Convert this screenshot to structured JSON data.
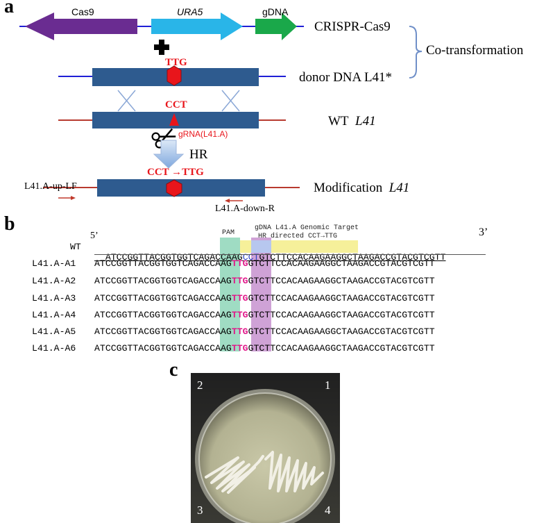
{
  "panel_a": {
    "letter": "a",
    "gene_cas9": "Cas9",
    "gene_ura5": "URA5",
    "gene_gdna": "gDNA",
    "crispr_label": "CRISPR-Cas9",
    "cotransformation_label": "Co-transformation",
    "donor_label": "donor DNA L41*",
    "donor_codon": "TTG",
    "wt_label_prefix": "WT",
    "wt_label_gene": "L41",
    "wt_codon": "CCT",
    "grna_label": "gRNA(L41.A)",
    "hr_label": "HR",
    "mod_codon_change": "CCT →TTG",
    "mod_label_prefix": "Modification",
    "mod_label_gene": "L41",
    "primer_fwd": "L41.A-up-LF",
    "primer_rev": "L41.A-down-R",
    "colors": {
      "cas9": "#6a2c91",
      "ura5": "#29b5e8",
      "gdna": "#1aa84a",
      "block": "#2e5b8f",
      "red": "#e8151b",
      "blue_line": "#1f1fd6",
      "brown_line": "#b83a2f"
    }
  },
  "panel_b": {
    "letter": "b",
    "five_prime": "5’",
    "three_prime": "3’",
    "pam_label": "PAM",
    "target_label": "gDNA L41.A Genomic Target",
    "hr_directed_label": "HR directed CCT→TTG",
    "wt_row": {
      "name": "WT",
      "seq_a": "ATCCGGTTACGGTGGTCAGA",
      "seq_pam": "CCAAG",
      "seq_codon": "CCT",
      "seq_target": "GTCTTCCACAAGAA",
      "seq_tail": "GGCTAAGACCGTACGTCGTT"
    },
    "rows": [
      {
        "name": "L41.A-A1",
        "seq_a": "ATCCGGTTACGGTGGTCAGACCAAG",
        "seq_codon": "TTG",
        "seq_tail": "GTCTTCCACAAGAAGGCTAAGACCGTACGTCGTT"
      },
      {
        "name": "L41.A-A2",
        "seq_a": "ATCCGGTTACGGTGGTCAGACCAAG",
        "seq_codon": "TTG",
        "seq_tail": "GTCTTCCACAAGAAGGCTAAGACCGTACGTCGTT"
      },
      {
        "name": "L41.A-A3",
        "seq_a": "ATCCGGTTACGGTGGTCAGACCAAG",
        "seq_codon": "TTG",
        "seq_tail": "GTCTTCCACAAGAAGGCTAAGACCGTACGTCGTT"
      },
      {
        "name": "L41.A-A4",
        "seq_a": "ATCCGGTTACGGTGGTCAGACCAAG",
        "seq_codon": "TTG",
        "seq_tail": "GTCTTCCACAAGAAGGCTAAGACCGTACGTCGTT"
      },
      {
        "name": "L41.A-A5",
        "seq_a": "ATCCGGTTACGGTGGTCAGACCAAG",
        "seq_codon": "TTG",
        "seq_tail": "GTCTTCCACAAGAAGGCTAAGACCGTACGTCGTT"
      },
      {
        "name": "L41.A-A6",
        "seq_a": "ATCCGGTTACGGTGGTCAGACCAAG",
        "seq_codon": "TTG",
        "seq_tail": "GTCTTCCACAAGAAGGCTAAGACCGTACGTCGTT"
      }
    ],
    "colors": {
      "pam_highlight": "#9fdcc3",
      "codon_highlight": "#cfa2d6",
      "target_highlight": "#f6f09a",
      "mutant_codon_text": "#e0198a",
      "wt_codon_text": "#2a44c8"
    }
  },
  "panel_c": {
    "letter": "c",
    "quadrant_1": "1",
    "quadrant_2": "2",
    "quadrant_3": "3",
    "quadrant_4": "4"
  }
}
